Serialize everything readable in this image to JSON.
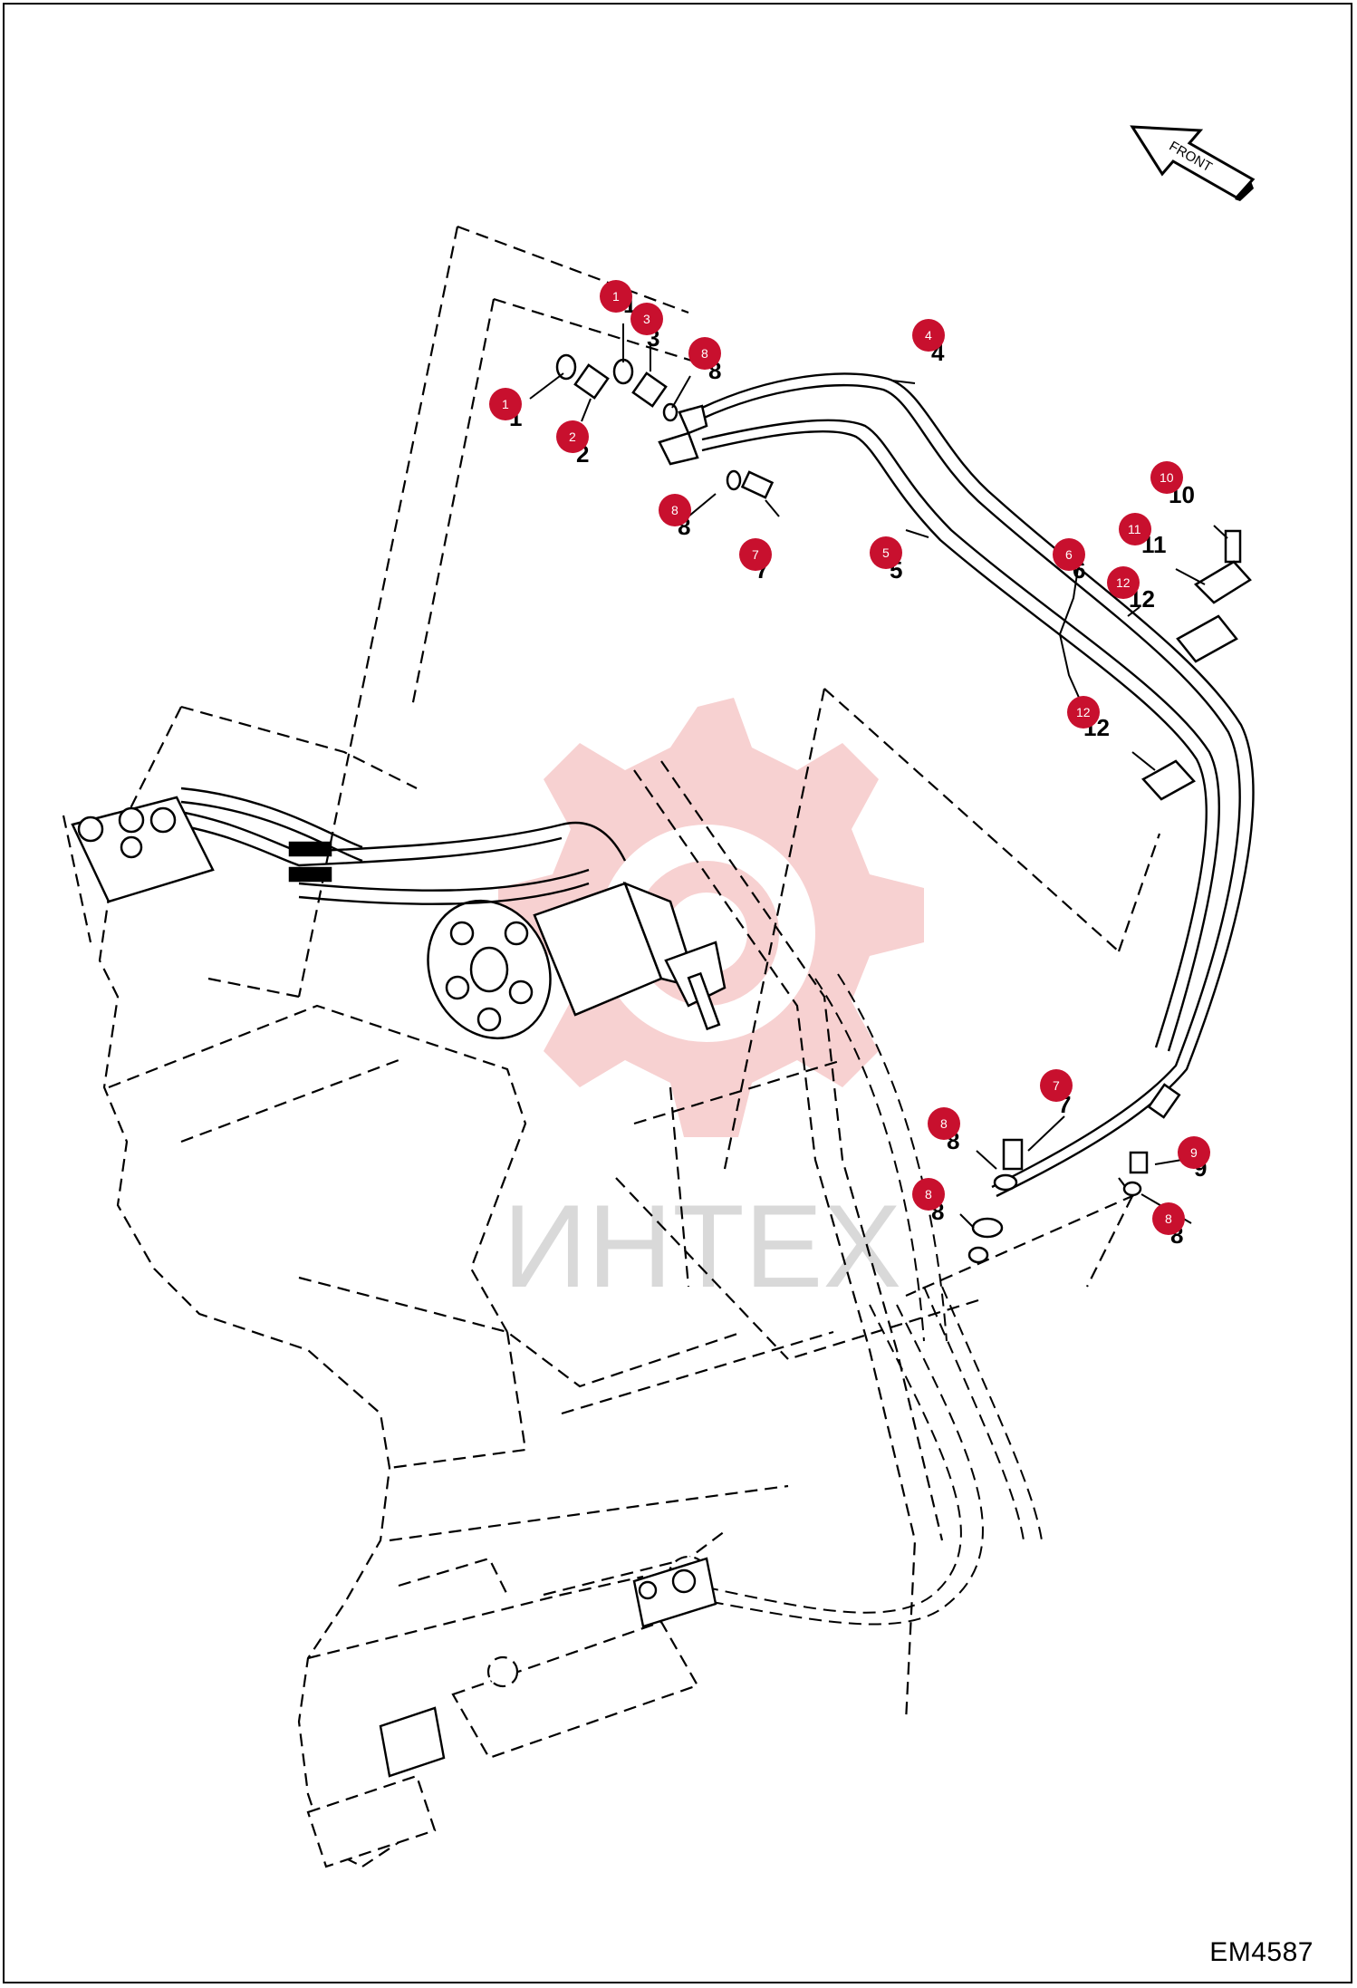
{
  "diagram": {
    "document_code": "EM4587",
    "orientation_label": "FRONT",
    "watermark_text": "ИНТЕХ",
    "colors": {
      "badge": "#c8102e",
      "watermark": "#f2b8b8",
      "line": "#000000"
    },
    "callouts": [
      {
        "num": "1",
        "badge": "1"
      },
      {
        "num": "1",
        "badge": "1"
      },
      {
        "num": "2",
        "badge": "2"
      },
      {
        "num": "3",
        "badge": "3"
      },
      {
        "num": "4",
        "badge": "4"
      },
      {
        "num": "5",
        "badge": "5"
      },
      {
        "num": "6",
        "badge": "6"
      },
      {
        "num": "7",
        "badge": "7"
      },
      {
        "num": "7",
        "badge": "7"
      },
      {
        "num": "8",
        "badge": "8"
      },
      {
        "num": "8",
        "badge": "8"
      },
      {
        "num": "8",
        "badge": "8"
      },
      {
        "num": "8",
        "badge": "8"
      },
      {
        "num": "8",
        "badge": "8"
      },
      {
        "num": "9",
        "badge": "9"
      },
      {
        "num": "10",
        "badge": "10"
      },
      {
        "num": "11",
        "badge": "11"
      },
      {
        "num": "12",
        "badge": "12"
      },
      {
        "num": "12",
        "badge": "12"
      }
    ]
  }
}
